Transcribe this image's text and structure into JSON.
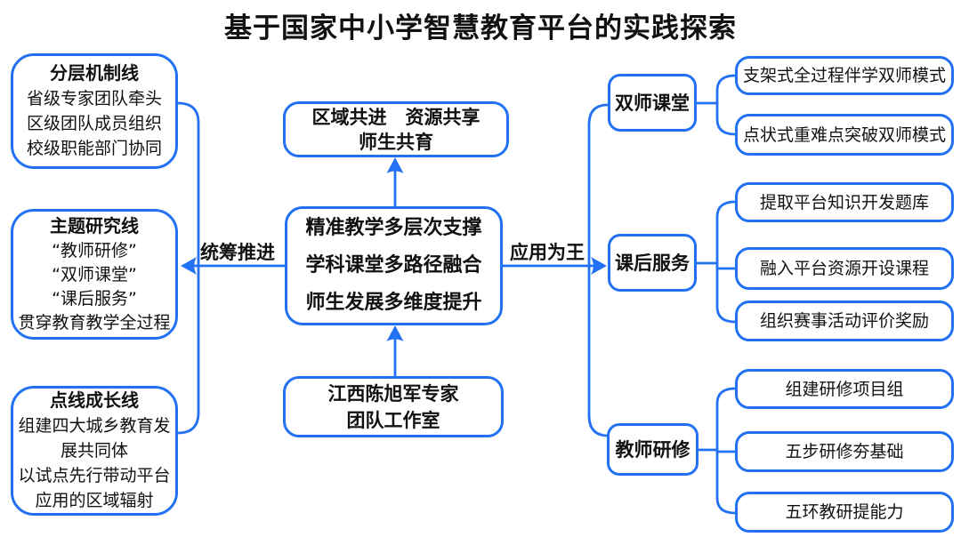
{
  "title": "基于国家中小学智慧教育平台的实践探索",
  "colors": {
    "line": "#2271f3",
    "text": "#111111",
    "background": "#ffffff"
  },
  "left_boxes": [
    {
      "title": "分层机制线",
      "lines": [
        "省级专家团队牵头",
        "区级团队成员组织",
        "校级职能部门协同"
      ]
    },
    {
      "title": "主题研究线",
      "lines": [
        "“教师研修”",
        "“双师课堂”",
        "“课后服务”",
        "贯穿教育教学全过程"
      ]
    },
    {
      "title": "点线成长线",
      "lines": [
        "组建四大城乡教育发展共同体",
        "以试点先行带动平台应用的区域辐射"
      ]
    }
  ],
  "center": {
    "top_box": {
      "line1": "区域共进　资源共享",
      "line2": "师生共育"
    },
    "main_box": {
      "lines": [
        "精准教学多层次支撑",
        "学科课堂多路径融合",
        "师生发展多维度提升"
      ]
    },
    "bottom_box": {
      "line1": "江西陈旭军专家",
      "line2": "团队工作室"
    }
  },
  "edge_labels": {
    "left": "统筹推进",
    "right": "应用为王"
  },
  "right_groups": [
    {
      "category": "双师课堂",
      "children": [
        "支架式全过程伴学双师模式",
        "点状式重难点突破双师模式"
      ]
    },
    {
      "category": "课后服务",
      "children": [
        "提取平台知识开发题库",
        "融入平台资源开设课程",
        "组织赛事活动评价奖励"
      ]
    },
    {
      "category": "教师研修",
      "children": [
        "组建研修项目组",
        "五步研修夯基础",
        "五环教研提能力"
      ]
    }
  ]
}
